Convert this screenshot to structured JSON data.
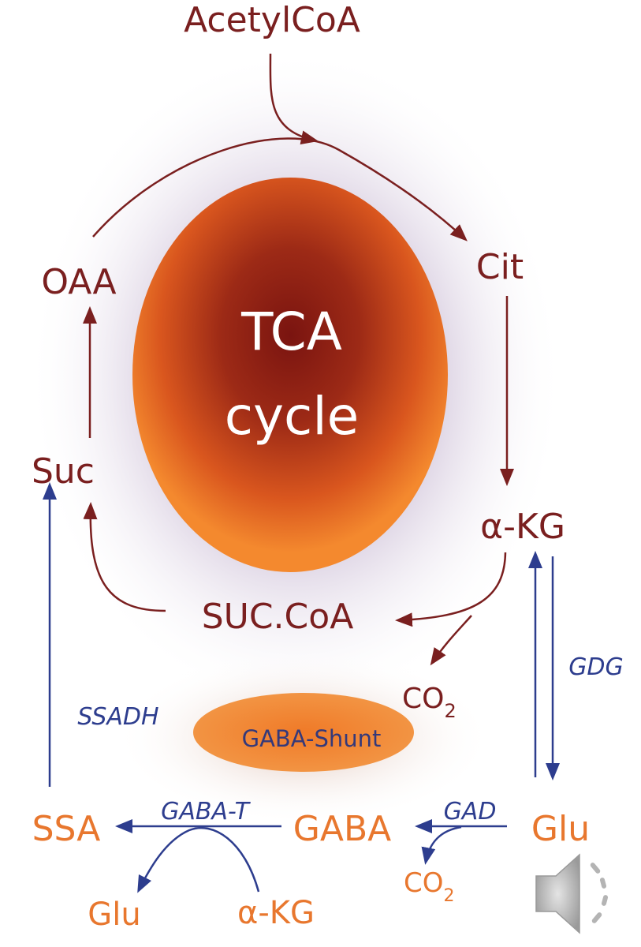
{
  "title": "AcetylCoA",
  "tca": {
    "line1": "TCA",
    "line2": "cycle"
  },
  "metabolites": {
    "oaa": "OAA",
    "cit": "Cit",
    "suc": "Suc",
    "akg": "α-KG",
    "succoa": "SUC.CoA",
    "co2_top": "CO",
    "co2_top_sub": "2",
    "shunt": "GABA-Shunt",
    "ssa": "SSA",
    "gaba": "GABA",
    "glu_right": "Glu",
    "glu_bottom": "Glu",
    "akg_bottom": "α-KG",
    "co2_bottom": "CO",
    "co2_bottom_sub": "2"
  },
  "enzymes": {
    "ssadh": "SSADH",
    "gdg": "GDG",
    "gabat": "GABA-T",
    "gad": "GAD"
  },
  "colors": {
    "dark_red": "#7a1f1f",
    "orange": "#e8772e",
    "blue": "#2d3d8e"
  },
  "icons": {
    "speaker": "speaker-icon"
  }
}
